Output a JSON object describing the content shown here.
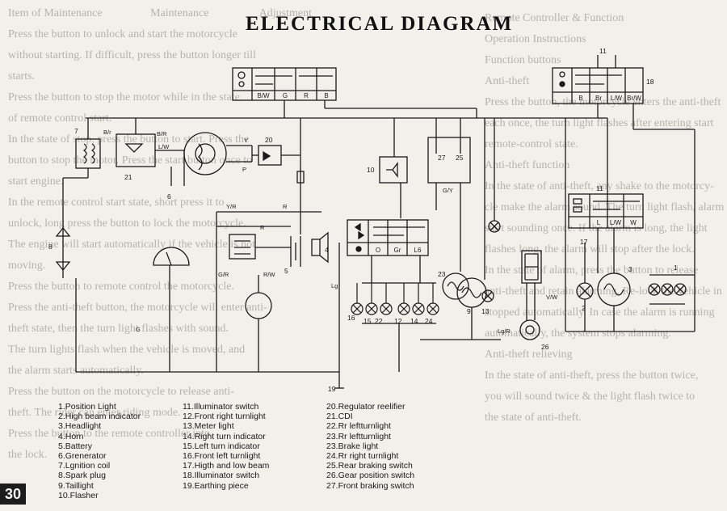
{
  "title": "ELECTRICAL DIAGRAM",
  "page_number": "30",
  "legend": {
    "col1": [
      "1.Position Light",
      "2.High beam indicator",
      "3.Headlight",
      "4.Horn",
      "5.Battery",
      "6.Grenerator",
      "7.Lgnition coil",
      "8.Spark plug",
      "9.Taillight",
      "10.Flasher"
    ],
    "col2": [
      "11.Illuminator switch",
      "12.Front right turnlight",
      "13.Meter light",
      "14.Right turn indicator",
      "15.Left turn indicator",
      "16.Front left turnlight",
      "17.Higth and low beam",
      "18.Illuminator switch",
      "19.Earthing piece"
    ],
    "col3": [
      "20.Regulator reelifier",
      "21.CDI",
      "22.Rr leftturnlight",
      "23.Rr leftturnlight",
      "23.Brake light",
      "24.Rr right turnlight",
      "25.Rear braking switch",
      "26.Gear position switch",
      "27.Front braking switch"
    ]
  },
  "wire_labels": {
    "br": "B/r",
    "brr": "B/R",
    "lw": "L/W",
    "y": "Y",
    "p": "P",
    "yr": "Y/R",
    "r1": "R",
    "r2": "R",
    "rw": "R/W",
    "gr": "G/R",
    "g": "G",
    "gy": "G/Y",
    "lg": "Lg",
    "lgr": "Lg/R",
    "vw": "V/W"
  },
  "sw_top_left": {
    "cols": [
      "B/W",
      "G",
      "R",
      "B"
    ]
  },
  "sw_top_right": {
    "cols": [
      "B",
      "Br",
      "L/W",
      "Br/W"
    ]
  },
  "sw_turn": {
    "cols": [
      "O",
      "Gr",
      "L6"
    ]
  },
  "sw_beam": {
    "cols": [
      "L",
      "L/W",
      "W"
    ]
  },
  "numbers": {
    "n1": "1",
    "n2": "2",
    "n3": "3",
    "n4": "4",
    "n5": "5",
    "n6": "6",
    "n7": "7",
    "n8": "8",
    "n9": "9",
    "n10": "10",
    "n11a": "11",
    "n11b": "11",
    "n12": "12",
    "n13": "13",
    "n14": "14",
    "n15": "15",
    "n16": "16",
    "n17": "17",
    "n18": "18",
    "n19": "19",
    "n20": "20",
    "n21": "21",
    "n22": "22",
    "n23": "23",
    "n24": "24",
    "n25": "25",
    "n26": "26",
    "n27": "27"
  },
  "background_text": [
    "Item of Maintenance                 Maintenance                  Adjustment",
    "Press the button to unlock and start the motorcycle",
    "without starting. If difficult, press the button longer till",
    "starts.",
    "Press the button to stop the motor while in the state",
    "of remote control start.",
    "In the state of stop, press the button to start. Press the",
    "button to stop the motor. Press the start button once to",
    "start engine.",
    "In the remote control start state, short press it to",
    "unlock, long press the button to lock the motorcycle.",
    "The engine will start automatically if the vehicle is not",
    "moving.",
    "Press the button to remote control the motorcycle.",
    "Press the anti-theft button, the motorcycle will enter anti-",
    "theft state, then the turn light flashes with sound.",
    "The turn lights flash when the vehicle is moved, and",
    "the alarm starts automatically.",
    "Press the button on the motorcycle to release anti-",
    "theft. The rider can enter riding mode.",
    "Press the button to the remote controller into",
    "the lock."
  ],
  "background_text_right": [
    "Remote Controller & Function",
    "Operation Instructions",
    "Function buttons",
    "Anti-theft",
    "Press the button, the motorcycle enters the anti-theft",
    "each once, the turn light flashes after entering start",
    "remote-control state.",
    "Anti-theft function",
    "In the state of anti-theft, any shake to the motorcy-",
    "cle make the alarm sound. The turn light flash, alarm",
    "start sounding once. If the alarm is long, the light",
    "flashes long, the alarm will stop after the lock.",
    "In the state of alarm, press the button to release",
    "anti-theft and retain alarming. Re-lock the vehicle in",
    "stopped automatically. In case the alarm is running",
    "automatically, the system stops alarming.",
    "Anti-theft relieving",
    "In the state of anti-theft, press the button twice,",
    "you will sound twice & the light flash twice to",
    "the state of anti-theft."
  ]
}
